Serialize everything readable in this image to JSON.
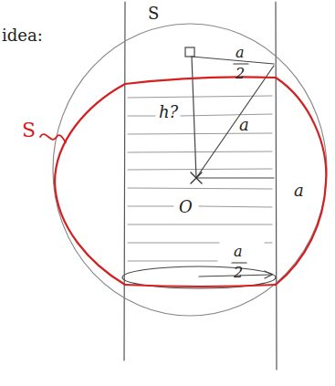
{
  "diagram": {
    "labels": [
      "idea:",
      "S",
      "S",
      "h?",
      "a",
      "2",
      "a",
      "O",
      "a",
      "a",
      "2"
    ]
  }
}
